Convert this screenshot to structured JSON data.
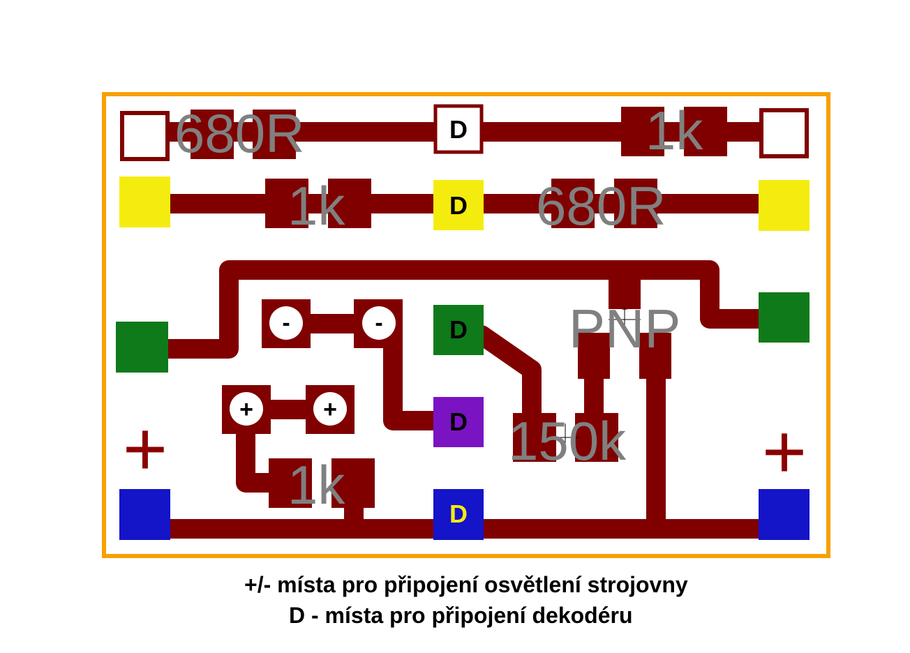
{
  "colors": {
    "board_outline": "#f7a000",
    "trace": "#800000",
    "pad_white": "#ffffff",
    "pad_yellow": "#f5ec0f",
    "pad_green": "#0f7a1a",
    "pad_purple": "#7a14c2",
    "pad_blue": "#1414c8",
    "component_label": "#808080",
    "plus_mark": "#8b0000"
  },
  "components": {
    "r_top_left": "680R",
    "r_top_right": "1k",
    "r_row2_left": "1k",
    "r_row2_right": "680R",
    "transistor": "PNP",
    "r_base": "150k",
    "r_bottom": "1k"
  },
  "pads": {
    "d_white": "D",
    "d_yellow": "D",
    "d_green": "D",
    "d_purple": "D",
    "d_blue": "D",
    "minus": "-",
    "plus": "+"
  },
  "marks": {
    "plus_left": "+",
    "plus_right": "+"
  },
  "legend": {
    "line1": "+/- místa pro připojení osvětlení strojovny",
    "line2": "D - místa pro připojení dekodéru"
  }
}
